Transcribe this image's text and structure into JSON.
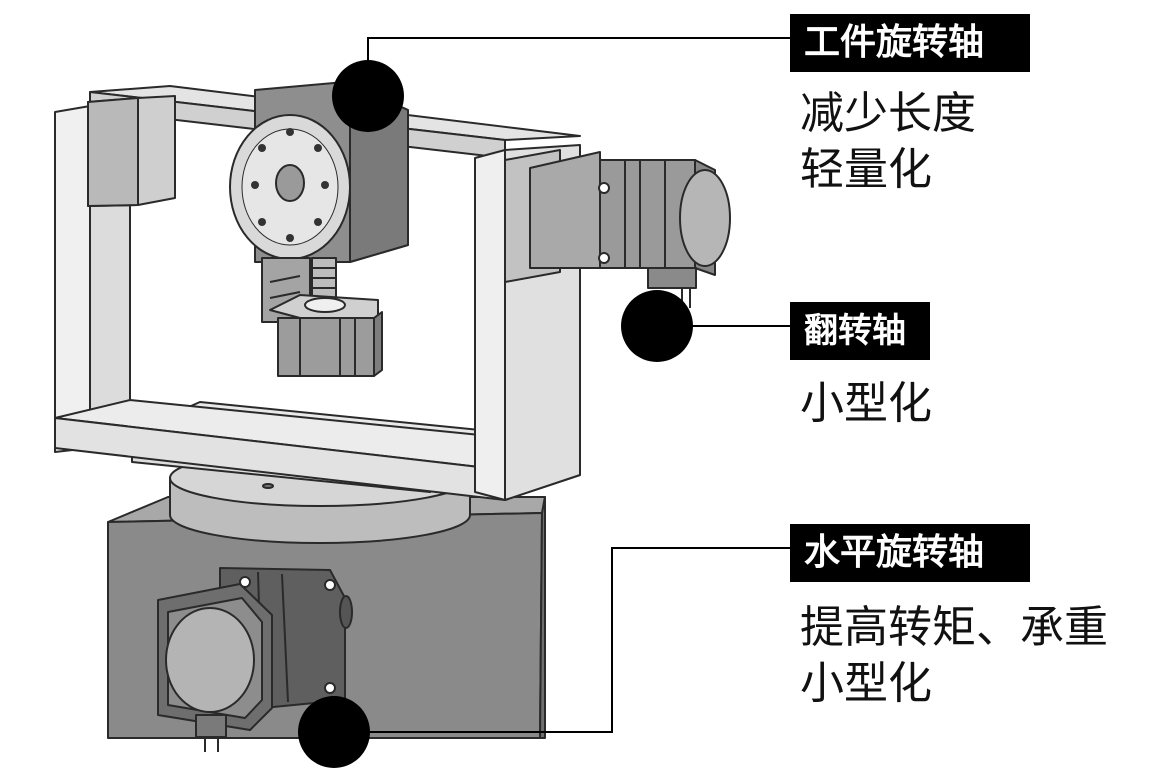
{
  "callouts": {
    "workpiece_axis": {
      "title": "工件旋转轴",
      "lines": [
        "减少长度",
        "轻量化"
      ]
    },
    "tilt_axis": {
      "title": "翻转轴",
      "lines": [
        "小型化"
      ]
    },
    "horizontal_axis": {
      "title": "水平旋转轴",
      "lines": [
        "提高转矩、承重",
        "小型化"
      ]
    }
  },
  "colors": {
    "label_bg": "#000000",
    "label_text": "#ffffff",
    "marker": "#000000",
    "frame_light": "#e9e9e9",
    "body_dark": "#8a8a8a"
  }
}
